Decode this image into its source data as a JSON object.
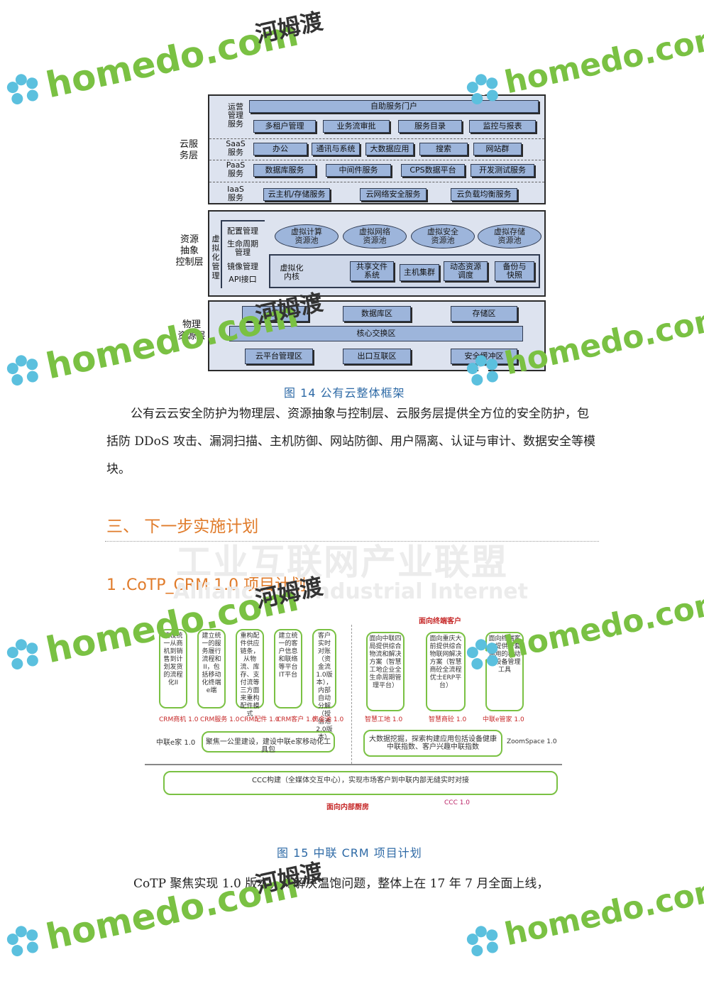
{
  "fig14": {
    "cloud_layer_label": "云服\n务层",
    "ops_label": "运营\n管理\n服务",
    "ops_portal": "自助服务门户",
    "ops_items": [
      "多租户管理",
      "业务流审批",
      "服务目录",
      "监控与报表"
    ],
    "saas_label": "SaaS\n服务",
    "saas_items": [
      "办公",
      "通讯与系统",
      "大数据应用",
      "搜索",
      "网站群"
    ],
    "paas_label": "PaaS\n服务",
    "paas_items": [
      "数据库服务",
      "中间件服务",
      "CPS数据平台",
      "开发测试服务"
    ],
    "iaas_label": "IaaS\n服务",
    "iaas_items": [
      "云主机/存储服务",
      "云网络安全服务",
      "云负载均衡服务"
    ],
    "resource_layer_label": "资源\n抽象\n控制层",
    "mgmt_items": [
      "配置管理",
      "生命周期\n管理",
      "镜像管理",
      "API接口"
    ],
    "virt_mgmt_label": "虚\n拟\n化\n管\n理",
    "pools": [
      "虚拟计算\n资源池",
      "虚拟网络\n资源池",
      "虚拟安全\n资源池",
      "虚拟存储\n资源池"
    ],
    "kernel_label": "虚拟化\n内核",
    "kernel_items": [
      "共享文件\n系统",
      "主机集群",
      "动态资源\n调度",
      "备份与\n快照"
    ],
    "physical_layer_label": "物理\n资源层",
    "phys_top": [
      "计算区",
      "数据库区",
      "存储区"
    ],
    "core_switch": "核心交换区",
    "phys_bottom": [
      "云平台管理区",
      "出口互联区",
      "安全缓冲区"
    ],
    "caption": "图 14  公有云整体框架"
  },
  "paragraph1": "公有云云安全防护为物理层、资源抽象与控制层、云服务层提供全方位的安全防护，包括防 DDoS 攻击、漏洞扫描、主机防御、网站防御、用户隔离、认证与审计、数据安全等模块。",
  "section_heading": "三、 下一步实施计划",
  "sub_heading": "1 .CoTP_CRM 1.0 项目计划",
  "fig15": {
    "top_title": "面向终端客户",
    "bottom_title": "面向内部厨房",
    "left_cards": [
      {
        "text": "建设统一从商机到销售到计划发货的流程化II",
        "tag": "CRM商机 1.0"
      },
      {
        "text": "建立统一的服务履行流程和II，包括移动化终端e端",
        "tag": "CRM服务 1.0"
      },
      {
        "text": "重构配件供应链条，从物流、库存、支付流等三方面来重构配件模式",
        "tag": "CRM配件 1.0"
      },
      {
        "text": "建立统一的客户信息和联络等平台IT平台",
        "tag": "CRM客户 1.0"
      },
      {
        "text": "客户实时对账（资金流1.0版本），内部自动分解（授信池2.0版本）",
        "tag": "资金池 1.0"
      }
    ],
    "right_cards": [
      {
        "text": "面向中联四局提供综合物流和解决方案（智慧工地企业全生命周期管理平台）",
        "tag": "智慧工地 1.0"
      },
      {
        "text": "面向重庆大前提供综合物联网解决方案（智慧商砼全流程优士ERP平台）",
        "tag": "智慧商砼 1.0"
      },
      {
        "text": "面向终端客户提供一套通用的移动化设备管理工具",
        "tag": "中联e管家 1.0"
      }
    ],
    "left_bar_label": "中联e家 1.0",
    "left_bar": "聚焦一公里建设，建设中联e家移动化工具包",
    "right_bar": "大数据挖掘，探索构建应用包括设备健康中联指数、客户兴趣中联指数",
    "right_bar_label": "ZoomSpace 1.0",
    "ccc_bar": "CCC构建（全媒体交互中心），实现市场客户到中联内部无缝实时对接",
    "ccc_label": "CCC 1.0",
    "caption": "图 15  中联 CRM 项目计划"
  },
  "paragraph2": "CoTP 聚焦实现 1.0 版本，先解决温饱问题，整体上在 17 年 7 月全面上线，",
  "watermark": {
    "site": "homedo.com",
    "cn": "河姆渡",
    "bg_cn": "工业互联网产业联盟",
    "bg_en": "Alliance of Industrial Internet"
  },
  "colors": {
    "box": "#9db5db",
    "layer": "#dde3ef",
    "caption": "#2e6aa6",
    "heading": "#e07b2a",
    "watermark": "#7ac143"
  }
}
